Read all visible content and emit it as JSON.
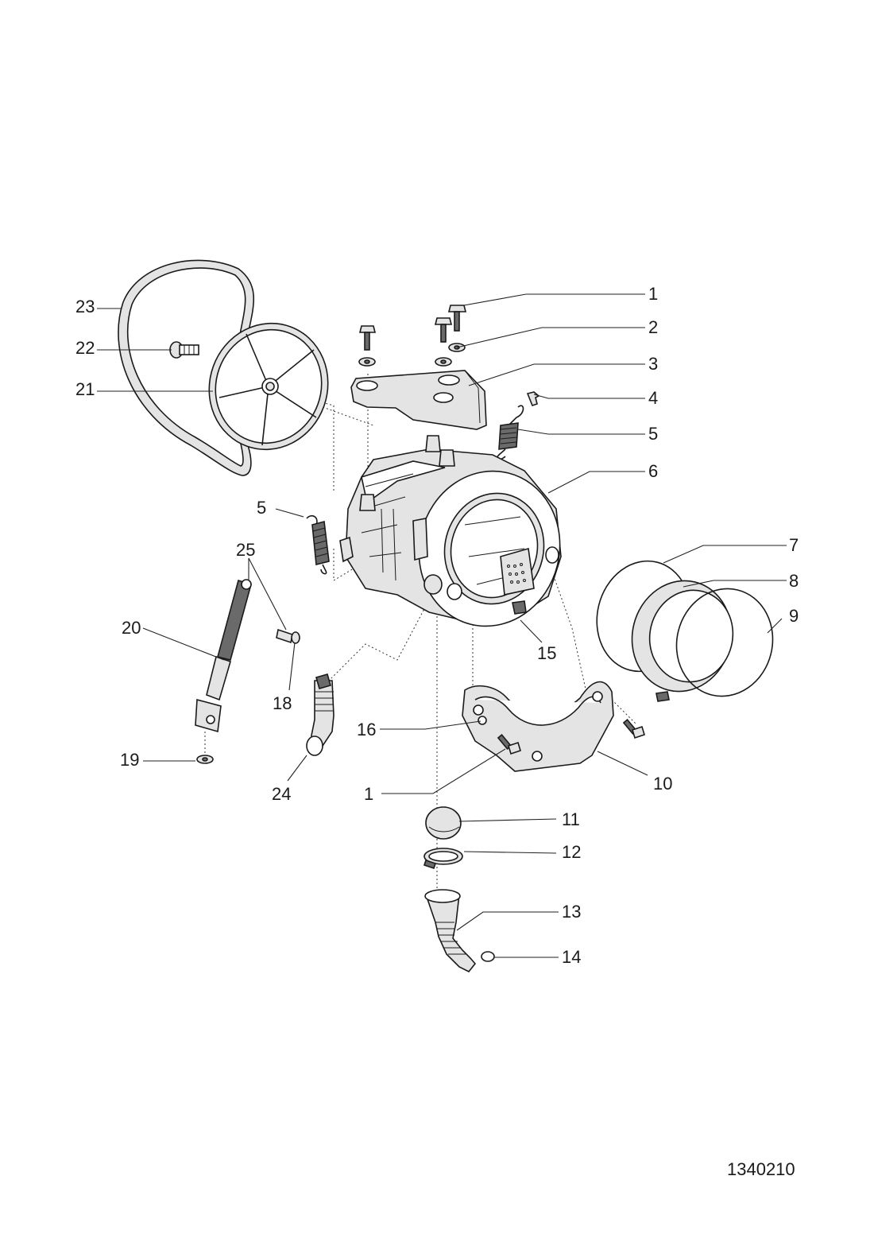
{
  "document_number": "1340210",
  "callouts": [
    {
      "id": "c1a",
      "label": "1"
    },
    {
      "id": "c2",
      "label": "2"
    },
    {
      "id": "c3",
      "label": "3"
    },
    {
      "id": "c4",
      "label": "4"
    },
    {
      "id": "c5a",
      "label": "5"
    },
    {
      "id": "c6",
      "label": "6"
    },
    {
      "id": "c7",
      "label": "7"
    },
    {
      "id": "c8",
      "label": "8"
    },
    {
      "id": "c9",
      "label": "9"
    },
    {
      "id": "c10",
      "label": "10"
    },
    {
      "id": "c11",
      "label": "11"
    },
    {
      "id": "c12",
      "label": "12"
    },
    {
      "id": "c13",
      "label": "13"
    },
    {
      "id": "c14",
      "label": "14"
    },
    {
      "id": "c15",
      "label": "15"
    },
    {
      "id": "c16",
      "label": "16"
    },
    {
      "id": "c1b",
      "label": "1"
    },
    {
      "id": "c5b",
      "label": "5"
    },
    {
      "id": "c18",
      "label": "18"
    },
    {
      "id": "c19",
      "label": "19"
    },
    {
      "id": "c20",
      "label": "20"
    },
    {
      "id": "c21",
      "label": "21"
    },
    {
      "id": "c22",
      "label": "22"
    },
    {
      "id": "c23",
      "label": "23"
    },
    {
      "id": "c24",
      "label": "24"
    },
    {
      "id": "c25",
      "label": "25"
    }
  ]
}
